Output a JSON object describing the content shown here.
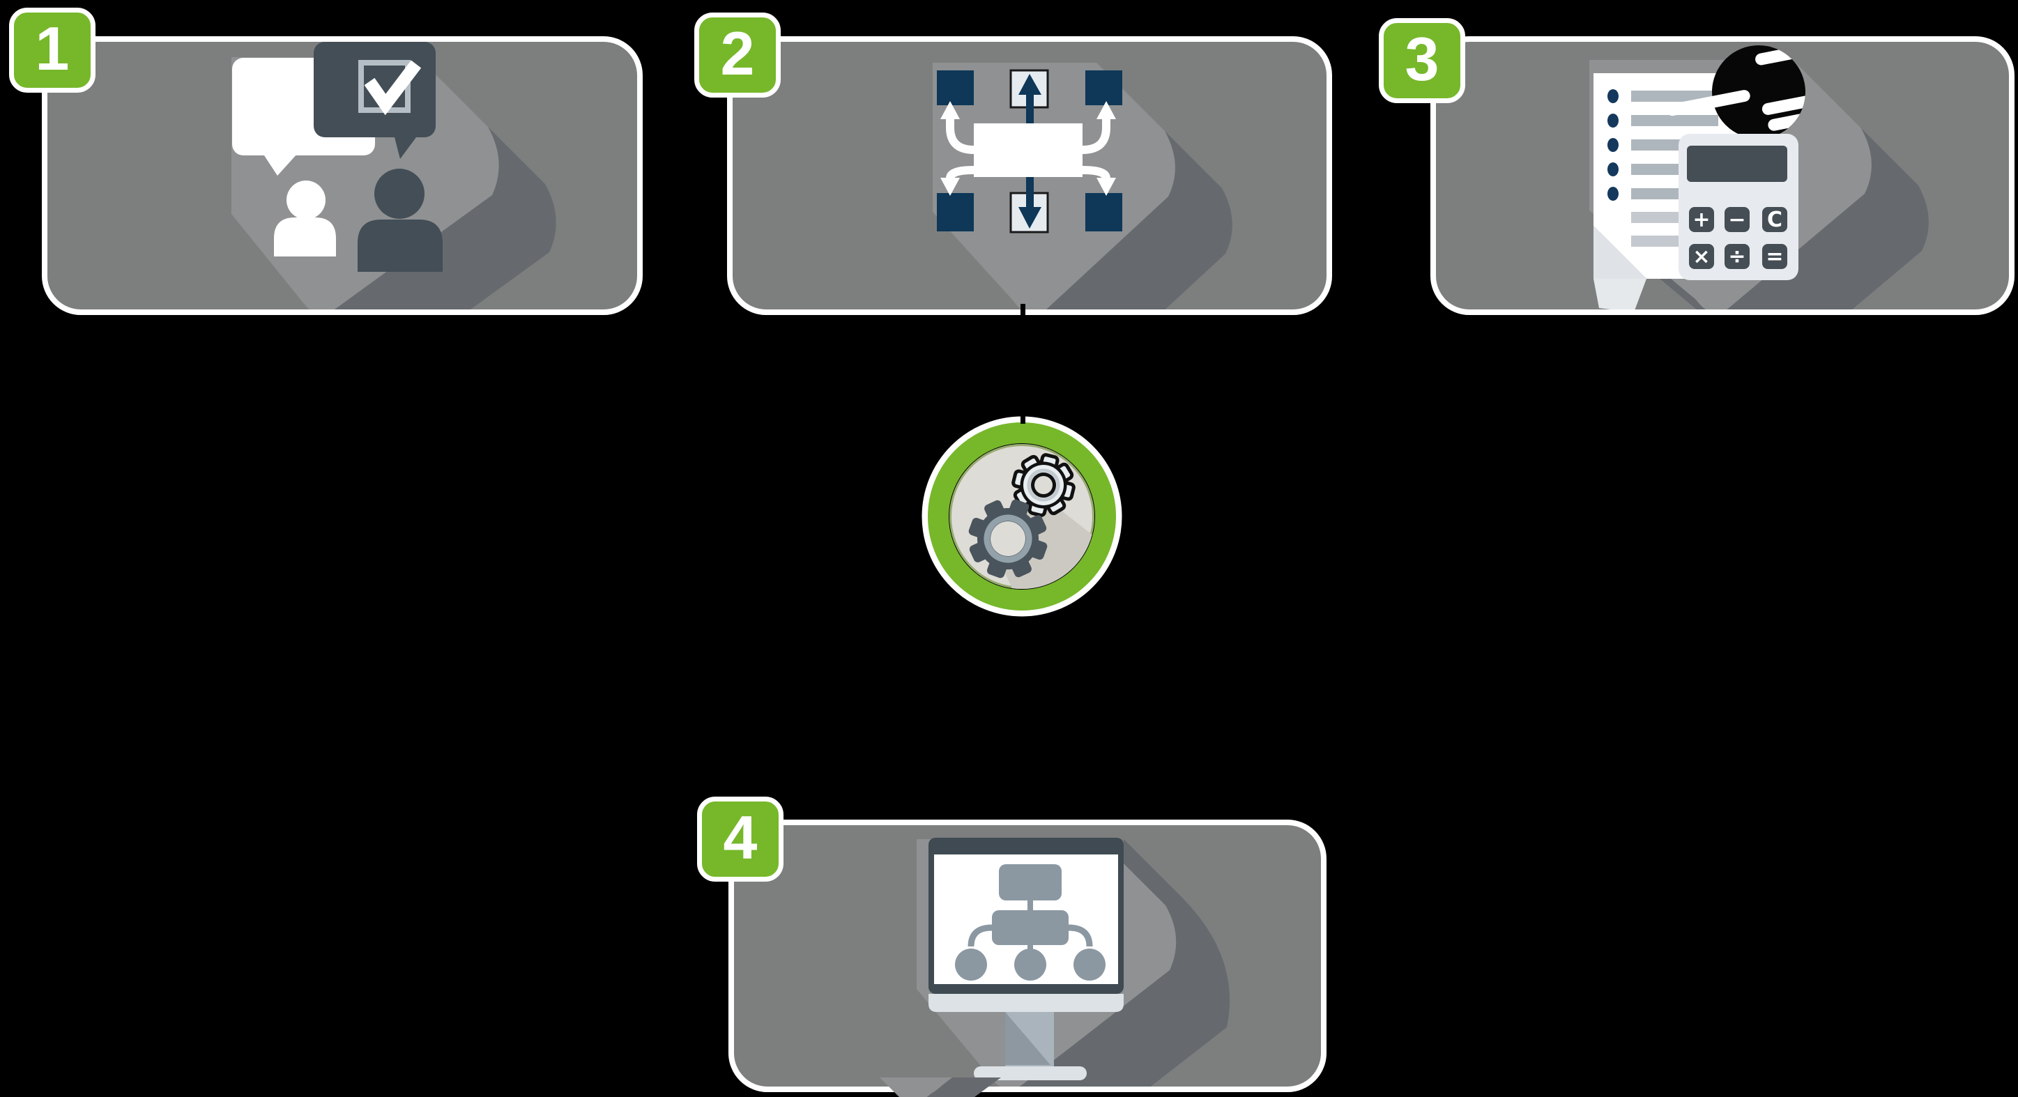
{
  "page": {
    "type": "process-workflow-diagram",
    "background": "#000000"
  },
  "palette": {
    "accent_green": "#76b82a",
    "card_gray": "#7d7f7f",
    "shield_light_gray": "#8f9192",
    "shadow_dark_gray": "#666a6e",
    "slate_dark": "#434e57",
    "navy": "#0e3758",
    "light_box_fill": "#e6ebf0",
    "white": "#ffffff"
  },
  "steps": [
    {
      "number": "1",
      "icon": "consultation-approval-icon"
    },
    {
      "number": "2",
      "icon": "data-interface-exchange-icon"
    },
    {
      "number": "3",
      "icon": "cost-calculation-icon",
      "calculator": {
        "buttons": [
          "+",
          "−",
          "C",
          "×",
          "÷",
          "="
        ]
      }
    },
    {
      "number": "4",
      "icon": "system-structure-monitor-icon"
    }
  ],
  "hub": {
    "icon": "process-gears-icon"
  }
}
